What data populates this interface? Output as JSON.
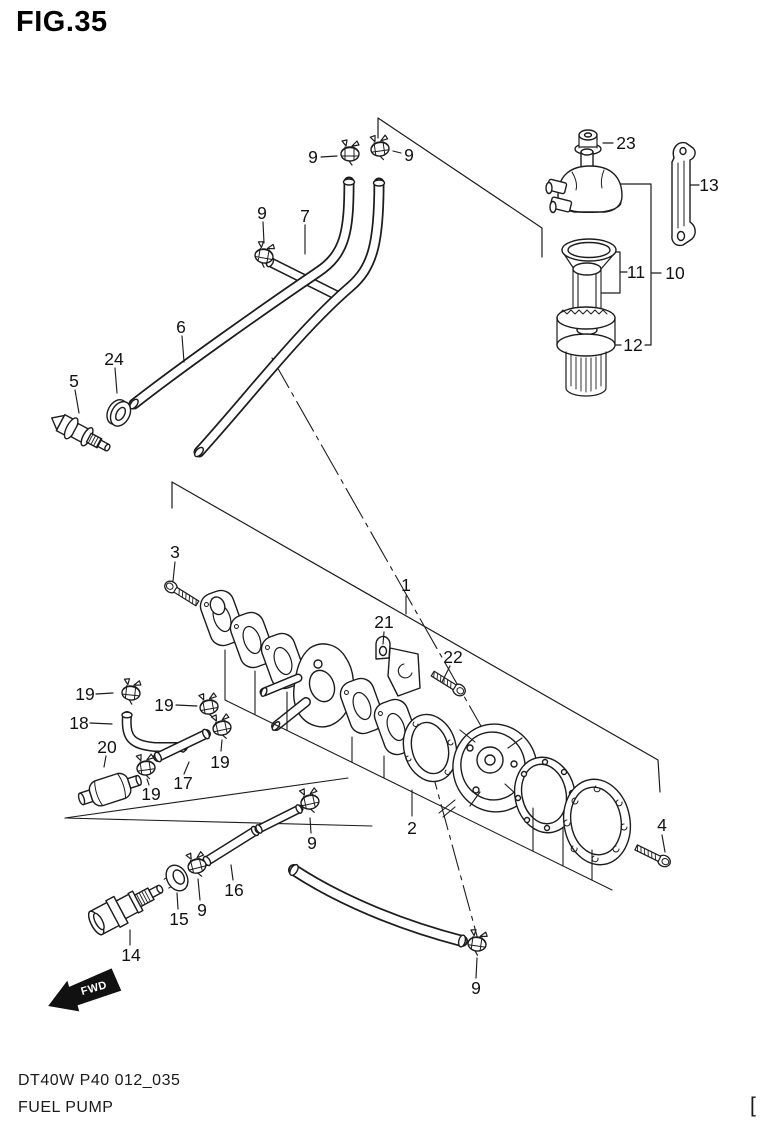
{
  "figure": {
    "title": "FIG.35",
    "model_code": "DT40W P40 012_035",
    "caption": "FUEL PUMP",
    "corner_bracket": "[",
    "fwd_label": "FWD"
  },
  "part_labels": [
    {
      "text": "9"
    },
    {
      "text": "9"
    },
    {
      "text": "9"
    },
    {
      "text": "7"
    },
    {
      "text": "6"
    },
    {
      "text": "24"
    },
    {
      "text": "5"
    },
    {
      "text": "23"
    },
    {
      "text": "13"
    },
    {
      "text": "11"
    },
    {
      "text": "10"
    },
    {
      "text": "12"
    },
    {
      "text": "3"
    },
    {
      "text": "1"
    },
    {
      "text": "21"
    },
    {
      "text": "22"
    },
    {
      "text": "4"
    },
    {
      "text": "2"
    },
    {
      "text": "19"
    },
    {
      "text": "18"
    },
    {
      "text": "19"
    },
    {
      "text": "19"
    },
    {
      "text": "20"
    },
    {
      "text": "17"
    },
    {
      "text": "19"
    },
    {
      "text": "14"
    },
    {
      "text": "15"
    },
    {
      "text": "9"
    },
    {
      "text": "16"
    },
    {
      "text": "9"
    },
    {
      "text": "9"
    }
  ]
}
